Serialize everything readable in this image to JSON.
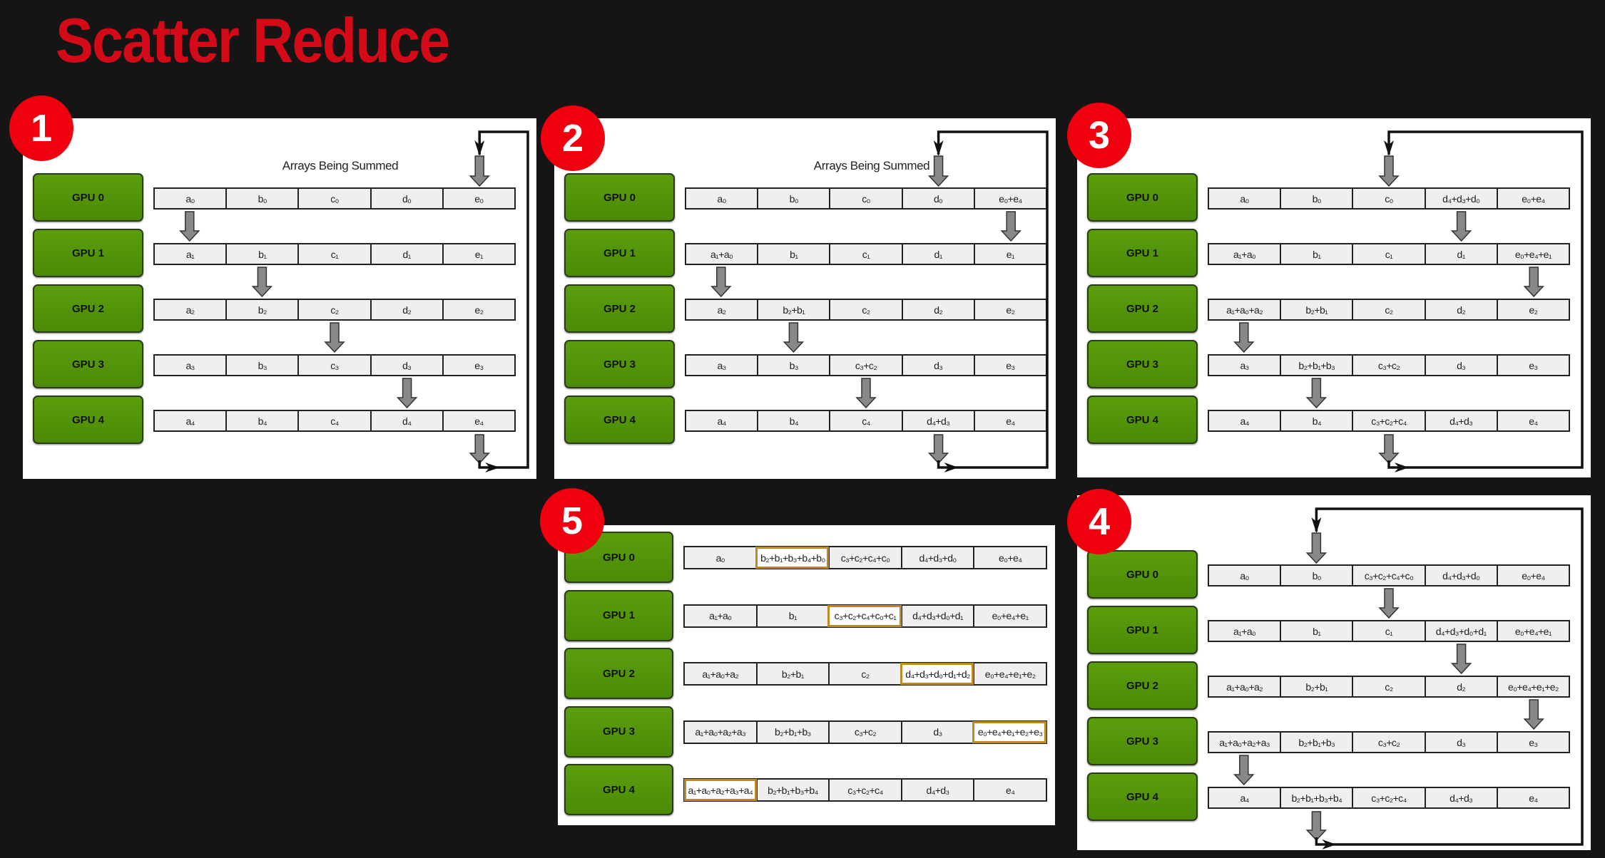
{
  "title": "Scatter Reduce",
  "colors": {
    "title": "#d50a18",
    "badge": "#f0000f",
    "gpu": "#4f8f08",
    "cell": "#efefef",
    "highlight": "#bf8a20",
    "arrow": "#888888"
  },
  "columns": [
    "a",
    "b",
    "c",
    "d",
    "e"
  ],
  "panels": [
    {
      "id": "p1",
      "step": "1",
      "heading": "Arrays Being Summed",
      "transfer_columns": [
        4,
        0,
        1,
        2,
        3,
        4
      ],
      "rows": [
        {
          "gpu": "GPU 0",
          "cells": [
            "a₀",
            "b₀",
            "c₀",
            "d₀",
            "e₀"
          ]
        },
        {
          "gpu": "GPU 1",
          "cells": [
            "a₁",
            "b₁",
            "c₁",
            "d₁",
            "e₁"
          ]
        },
        {
          "gpu": "GPU 2",
          "cells": [
            "a₂",
            "b₂",
            "c₂",
            "d₂",
            "e₂"
          ]
        },
        {
          "gpu": "GPU 3",
          "cells": [
            "a₃",
            "b₃",
            "c₃",
            "d₃",
            "e₃"
          ]
        },
        {
          "gpu": "GPU 4",
          "cells": [
            "a₄",
            "b₄",
            "c₄",
            "d₄",
            "e₄"
          ]
        }
      ]
    },
    {
      "id": "p2",
      "step": "2",
      "heading": "Arrays Being Summed",
      "transfer_columns": [
        3,
        4,
        0,
        1,
        2,
        3
      ],
      "rows": [
        {
          "gpu": "GPU 0",
          "cells": [
            "a₀",
            "b₀",
            "c₀",
            "d₀",
            "e₀+e₄"
          ]
        },
        {
          "gpu": "GPU 1",
          "cells": [
            "a₁+a₀",
            "b₁",
            "c₁",
            "d₁",
            "e₁"
          ]
        },
        {
          "gpu": "GPU 2",
          "cells": [
            "a₂",
            "b₂+b₁",
            "c₂",
            "d₂",
            "e₂"
          ]
        },
        {
          "gpu": "GPU 3",
          "cells": [
            "a₃",
            "b₃",
            "c₃+c₂",
            "d₃",
            "e₃"
          ]
        },
        {
          "gpu": "GPU 4",
          "cells": [
            "a₄",
            "b₄",
            "c₄",
            "d₄+d₃",
            "e₄"
          ]
        }
      ]
    },
    {
      "id": "p3",
      "step": "3",
      "transfer_columns": [
        2,
        3,
        4,
        0,
        1,
        2
      ],
      "rows": [
        {
          "gpu": "GPU 0",
          "cells": [
            "a₀",
            "b₀",
            "c₀",
            "d₄+d₃+d₀",
            "e₀+e₄"
          ]
        },
        {
          "gpu": "GPU 1",
          "cells": [
            "a₁+a₀",
            "b₁",
            "c₁",
            "d₁",
            "e₀+e₄+e₁"
          ]
        },
        {
          "gpu": "GPU 2",
          "cells": [
            "a₁+a₀+a₂",
            "b₂+b₁",
            "c₂",
            "d₂",
            "e₂"
          ]
        },
        {
          "gpu": "GPU 3",
          "cells": [
            "a₃",
            "b₂+b₁+b₃",
            "c₃+c₂",
            "d₃",
            "e₃"
          ]
        },
        {
          "gpu": "GPU 4",
          "cells": [
            "a₄",
            "b₄",
            "c₃+c₂+c₄",
            "d₄+d₃",
            "e₄"
          ]
        }
      ]
    },
    {
      "id": "p4",
      "step": "4",
      "transfer_columns": [
        1,
        2,
        3,
        4,
        0,
        1
      ],
      "rows": [
        {
          "gpu": "GPU 0",
          "cells": [
            "a₀",
            "b₀",
            "c₃+c₂+c₄+c₀",
            "d₄+d₃+d₀",
            "e₀+e₄"
          ]
        },
        {
          "gpu": "GPU 1",
          "cells": [
            "a₁+a₀",
            "b₁",
            "c₁",
            "d₄+d₃+d₀+d₁",
            "e₀+e₄+e₁"
          ]
        },
        {
          "gpu": "GPU 2",
          "cells": [
            "a₁+a₀+a₂",
            "b₂+b₁",
            "c₂",
            "d₂",
            "e₀+e₄+e₁+e₂"
          ]
        },
        {
          "gpu": "GPU 3",
          "cells": [
            "a₁+a₀+a₂+a₃",
            "b₂+b₁+b₃",
            "c₃+c₂",
            "d₃",
            "e₃"
          ]
        },
        {
          "gpu": "GPU 4",
          "cells": [
            "a₄",
            "b₂+b₁+b₃+b₄",
            "c₃+c₂+c₄",
            "d₄+d₃",
            "e₄"
          ]
        }
      ]
    },
    {
      "id": "p5",
      "step": "5",
      "rows": [
        {
          "gpu": "GPU 0",
          "completed_column": 1,
          "cells": [
            "a₀",
            "b₂+b₁+b₃+b₄+b₀",
            "c₃+c₂+c₄+c₀",
            "d₄+d₃+d₀",
            "e₀+e₄"
          ]
        },
        {
          "gpu": "GPU 1",
          "completed_column": 2,
          "cells": [
            "a₁+a₀",
            "b₁",
            "c₃+c₂+c₄+c₀+c₁",
            "d₄+d₃+d₀+d₁",
            "e₀+e₄+e₁"
          ]
        },
        {
          "gpu": "GPU 2",
          "completed_column": 3,
          "cells": [
            "a₁+a₀+a₂",
            "b₂+b₁",
            "c₂",
            "d₄+d₃+d₀+d₁+d₂",
            "e₀+e₄+e₁+e₂"
          ]
        },
        {
          "gpu": "GPU 3",
          "completed_column": 4,
          "cells": [
            "a₁+a₀+a₂+a₃",
            "b₂+b₁+b₃",
            "c₃+c₂",
            "d₃",
            "e₀+e₄+e₁+e₂+e₃"
          ]
        },
        {
          "gpu": "GPU 4",
          "completed_column": 0,
          "cells": [
            "a₁+a₀+a₂+a₃+a₄",
            "b₂+b₁+b₃+b₄",
            "c₃+c₂+c₄",
            "d₄+d₃",
            "e₄"
          ]
        }
      ]
    }
  ]
}
